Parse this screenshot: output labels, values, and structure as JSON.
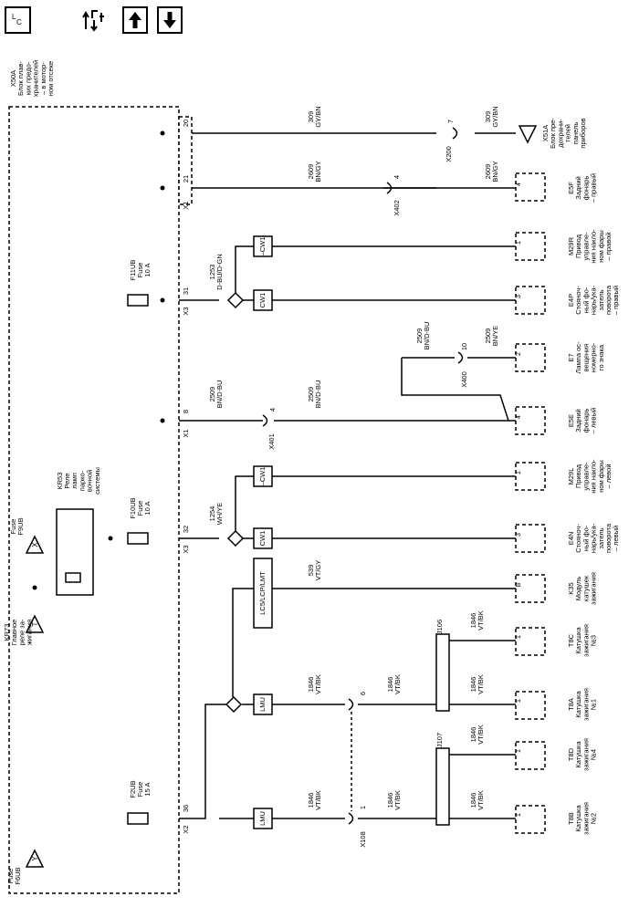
{
  "toolbar": {
    "icons": [
      "legend-icon",
      "flow-arrows-icon",
      "arrow-up-icon",
      "arrow-down-icon"
    ]
  },
  "fuse_block": {
    "title": [
      "X50A",
      "Блок плав-",
      "ких предо-",
      "хранителей",
      "– в мотор-",
      "ном отсеке"
    ],
    "fuses": [
      {
        "name": "F11UB",
        "label": "Fuse",
        "rating": "10 A"
      },
      {
        "name": "F10UB",
        "label": "Fuse",
        "rating": "10 A"
      },
      {
        "name": "F2UB",
        "label": "Fuse",
        "rating": "15 A"
      }
    ],
    "connectors": [
      "X1",
      "X3",
      "X1",
      "X3",
      "X2"
    ],
    "pins": [
      "20",
      "21",
      "31",
      "8",
      "32",
      "36"
    ]
  },
  "relay": {
    "name": "KR53",
    "lines": [
      "Реле",
      "ламп",
      "парко-",
      "вочной",
      "системы"
    ]
  },
  "feeds": {
    "f9ub": [
      "Fuse",
      "F9UB"
    ],
    "f9ub_symbol": "X",
    "kr73": [
      "KR73",
      "Главное",
      "реле за-",
      "жигания"
    ],
    "kr73_symbol": "T",
    "f6ub": [
      "Fuse",
      "F6UB"
    ],
    "f6ub_symbol": "Y"
  },
  "modules": {
    "cw1_a": "CW1",
    "ncw1_a": "–CW1",
    "cw1_b": "CW1",
    "ncw1_b": "–CW1",
    "lcs": "LC5/LCP/LMT",
    "lmu_a": "LMU",
    "lmu_b": "LMU"
  },
  "wires": {
    "w20_a": [
      "309",
      "GY/BN"
    ],
    "w20_b": [
      "309",
      "GY/BN"
    ],
    "w21_a": [
      "2609",
      "BN/GY"
    ],
    "w21_b": [
      "2609",
      "BN/GY"
    ],
    "w31": [
      "1253",
      "D-BU/D-GN"
    ],
    "w8": [
      "2509",
      "BN/D-BU"
    ],
    "w8_b": [
      "2509",
      "BN/D-BU"
    ],
    "w_e7a": [
      "2509",
      "BN/D-BU"
    ],
    "w_e7b": [
      "2509",
      "BN/YE"
    ],
    "w32": [
      "1254",
      "WH/YE"
    ],
    "w_k35": [
      "539",
      "VT/GY"
    ],
    "w_lmu1": [
      "1846",
      "VT/BK"
    ],
    "w_lmu1b": [
      "1846",
      "VT/BK"
    ],
    "w_lmu2": [
      "1846",
      "VT/BK"
    ],
    "w_lmu2b": [
      "1846",
      "VT/BK"
    ],
    "w_t8c": [
      "1846",
      "VT/BK"
    ],
    "w_t8a": [
      "1846",
      "VT/BK"
    ],
    "w_t8d": [
      "1846",
      "VT/BK"
    ],
    "w_t8b": [
      "1846",
      "VT/BK"
    ]
  },
  "inline": {
    "x200": "X200",
    "x200_pin": "7",
    "x402": "X402",
    "x402_pin": "4",
    "x401": "X401",
    "x401_pin": "4",
    "x400": "X400",
    "x400_pin": "10",
    "x108": "X108",
    "x108_pin6": "6",
    "x108_pin1": "1",
    "j106": "J106",
    "j107": "J107"
  },
  "components": {
    "x51a": [
      "X51A",
      "Блок пре-",
      "дохрани-",
      "телей",
      "панель",
      "приборов"
    ],
    "e5f": [
      "E5F",
      "Задний",
      "фонарь",
      "– правый"
    ],
    "e5f_pin": "4",
    "m29r": [
      "M29R",
      "Привод",
      "управле-",
      "ния накло-",
      "ном фары",
      "– правой"
    ],
    "m29r_pin": "1",
    "e4p": [
      "E4P",
      "Стояноч-",
      "ный фо-",
      "нарь/ука-",
      "затель",
      "поворота",
      "– правый"
    ],
    "e4p_pin": "3",
    "e7": [
      "E7",
      "Лампа ос-",
      "вещения",
      "номерно-",
      "го знака"
    ],
    "e7_pin": "2",
    "e5e": [
      "E5E",
      "Задний",
      "фонарь",
      "– левый"
    ],
    "e5e_pin": "4",
    "m29l": [
      "M29L",
      "Привод",
      "управле-",
      "ния накло-",
      "ном фары",
      "– левой"
    ],
    "m29l_pin": "1",
    "e4n": [
      "E4N",
      "Стояноч-",
      "ный фо-",
      "нарь/ука-",
      "затель",
      "поворота",
      "– левый"
    ],
    "e4n_pin": "3",
    "k35": [
      "K35",
      "Модуль",
      "катушек",
      "зажигания"
    ],
    "k35_pin": "B",
    "t8c": [
      "T8C",
      "Катушка",
      "зажигания",
      "№3"
    ],
    "t8c_pin": "1",
    "t8a": [
      "T8A",
      "Катушка",
      "зажигания",
      "№1"
    ],
    "t8a_pin": "1",
    "t8d": [
      "T8D",
      "Катушка",
      "зажигания",
      "№4"
    ],
    "t8d_pin": "1",
    "t8b": [
      "T8B",
      "Катушка",
      "зажигания",
      "№2"
    ],
    "t8b_pin": "1"
  }
}
